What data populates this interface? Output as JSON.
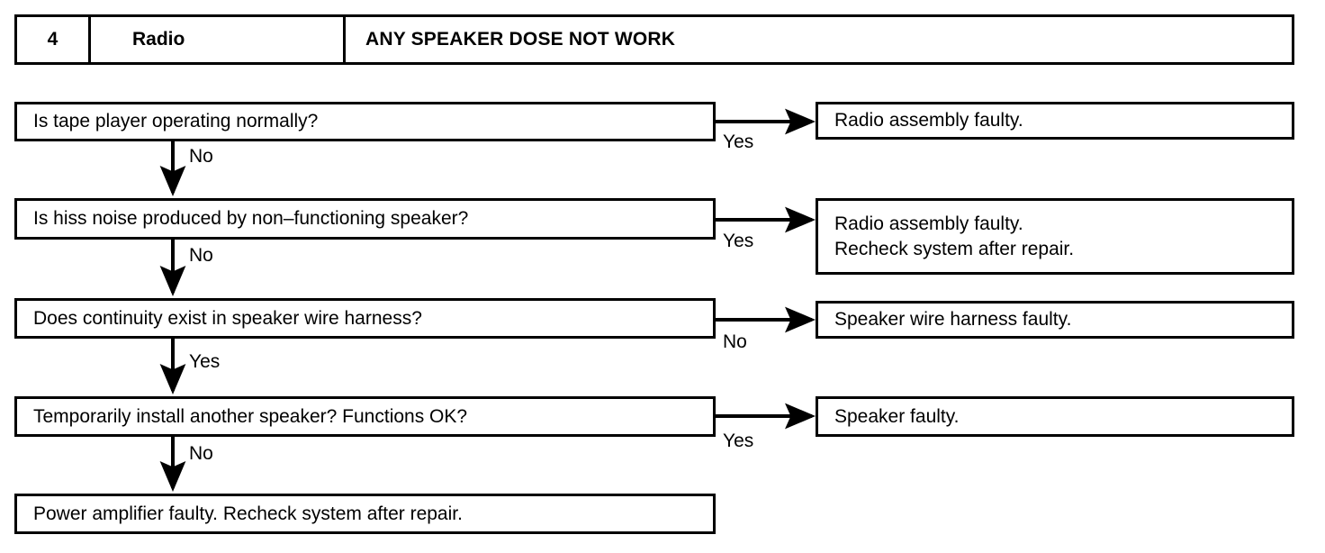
{
  "header": {
    "number": "4",
    "system": "Radio",
    "symptom": "ANY SPEAKER DOSE NOT WORK"
  },
  "flowchart": {
    "type": "troubleshooting-flowchart",
    "steps": [
      {
        "id": "step-1",
        "question": "Is tape player operating normally?",
        "branch_down_label": "No",
        "branch_right_label": "Yes",
        "result_lines": [
          "Radio assembly faulty."
        ]
      },
      {
        "id": "step-2",
        "question": "Is hiss noise produced by non–functioning speaker?",
        "branch_down_label": "No",
        "branch_right_label": "Yes",
        "result_lines": [
          "Radio assembly faulty.",
          "Recheck system after repair."
        ]
      },
      {
        "id": "step-3",
        "question": "Does continuity exist in speaker wire harness?",
        "branch_down_label": "Yes",
        "branch_right_label": "No",
        "result_lines": [
          "Speaker wire harness faulty."
        ]
      },
      {
        "id": "step-4",
        "question": "Temporarily install another speaker? Functions OK?",
        "branch_down_label": "No",
        "branch_right_label": "Yes",
        "result_lines": [
          "Speaker faulty."
        ]
      }
    ],
    "final": {
      "id": "final-step",
      "text": "Power amplifier faulty. Recheck system after repair."
    }
  },
  "colors": {
    "ink": "#000000",
    "paper": "#ffffff"
  }
}
